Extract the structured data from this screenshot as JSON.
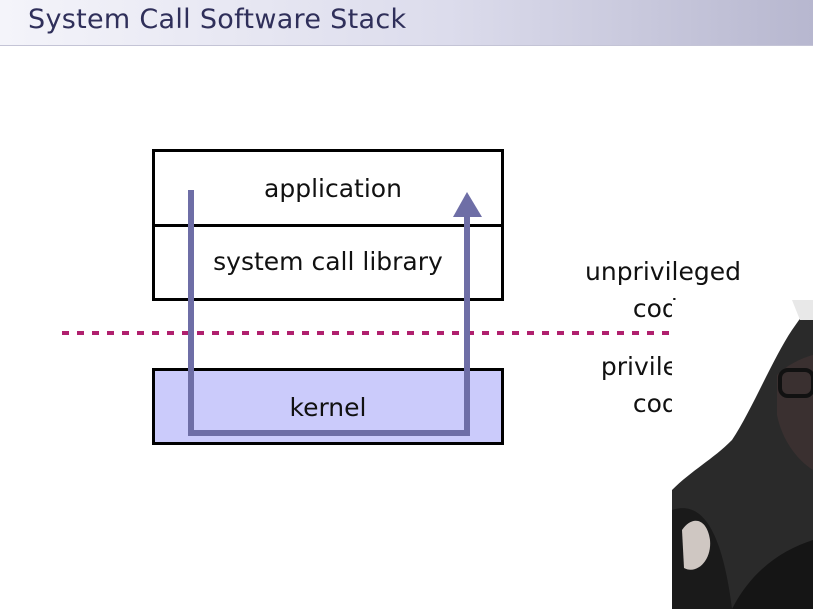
{
  "slide": {
    "title": "System Call Software Stack"
  },
  "diagram": {
    "layers": [
      {
        "label": "application"
      },
      {
        "label": "system call library"
      },
      {
        "label": "kernel"
      }
    ],
    "boundary": {
      "upper_label_line1": "unprivileged",
      "upper_label_line2": "code",
      "lower_label_line1": "privileged",
      "lower_label_line2": "code"
    },
    "colors": {
      "kernel_fill": "#cbcbfb",
      "arrow": "#6e6ea6",
      "dotted_line": "#b0206e"
    }
  },
  "presenter_video": {
    "description_icon": "presenter-webcam-feed"
  }
}
